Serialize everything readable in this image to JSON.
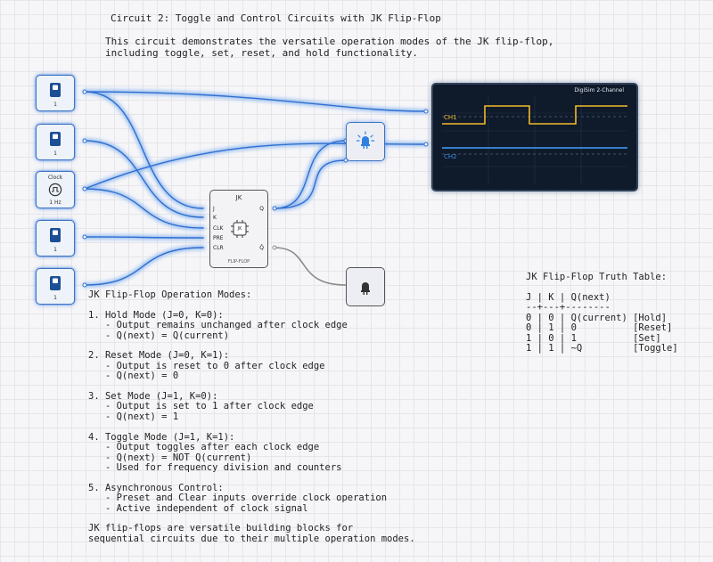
{
  "title": "Circuit 2: Toggle and Control Circuits with JK Flip-Flop",
  "description": "This circuit demonstrates the versatile operation modes of the JK flip-flop,\nincluding toggle, set, reset, and hold functionality.",
  "switches": [
    {
      "label": "1"
    },
    {
      "label": "1"
    },
    {
      "label": "1"
    },
    {
      "label": "1"
    }
  ],
  "clock": {
    "top_label": "Clock",
    "freq_label": "1 Hz"
  },
  "flipflop": {
    "title": "JK",
    "pins_left": [
      "J",
      "K",
      "CLK",
      "PRE",
      "CLR"
    ],
    "pin_q": "Q",
    "pin_qbar": "Q̄",
    "chip_label": "JK",
    "bottom_label": "FLIP-FLOP"
  },
  "oscilloscope": {
    "title": "DigiSim 2-Channel",
    "ch1_label": "CH1",
    "ch2_label": "CH2",
    "ch1_color": "#f2b92b",
    "ch2_color": "#3a8be0"
  },
  "truth_table": {
    "heading": "JK Flip-Flop Truth Table:",
    "body": "J | K | Q(next)\n--+---+--------\n0 | 0 | Q(current) [Hold]\n0 | 1 | 0          [Reset]\n1 | 0 | 1          [Set]\n1 | 1 | ~Q         [Toggle]"
  },
  "modes_text": "JK Flip-Flop Operation Modes:\n\n1. Hold Mode (J=0, K=0):\n   - Output remains unchanged after clock edge\n   - Q(next) = Q(current)\n\n2. Reset Mode (J=0, K=1):\n   - Output is reset to 0 after clock edge\n   - Q(next) = 0\n\n3. Set Mode (J=1, K=0):\n   - Output is set to 1 after clock edge\n   - Q(next) = 1\n\n4. Toggle Mode (J=1, K=1):\n   - Output toggles after each clock edge\n   - Q(next) = NOT Q(current)\n   - Used for frequency division and counters\n\n5. Asynchronous Control:\n   - Preset and Clear inputs override clock operation\n   - Active independent of clock signal\n\nJK flip-flops are versatile building blocks for\nsequential circuits due to their multiple operation modes.",
  "colors": {
    "wire_active": "#2f6fd0",
    "wire_glow": "#8fb8f0",
    "wire_inactive": "#8a8a8a",
    "led_on": "#2f80e0"
  }
}
